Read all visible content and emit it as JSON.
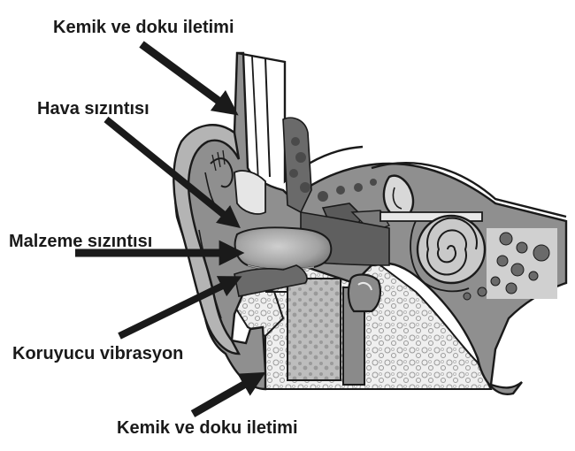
{
  "labels": {
    "bone_conduction_top": "Kemik ve doku iletimi",
    "air_leak": "Hava sızıntısı",
    "material_leak": "Malzeme sızıntısı",
    "protective_vibration": "Koruyucu vibrasyon",
    "bone_conduction_bottom": "Kemik ve doku iletimi"
  },
  "colors": {
    "ink": "#1a1a1a",
    "skin": "#8f8f8f",
    "skin_light": "#b4b4b4",
    "bone": "#e8e8e8",
    "dark_tissue": "#6a6a6a",
    "earplug": "#a8a8a8"
  }
}
